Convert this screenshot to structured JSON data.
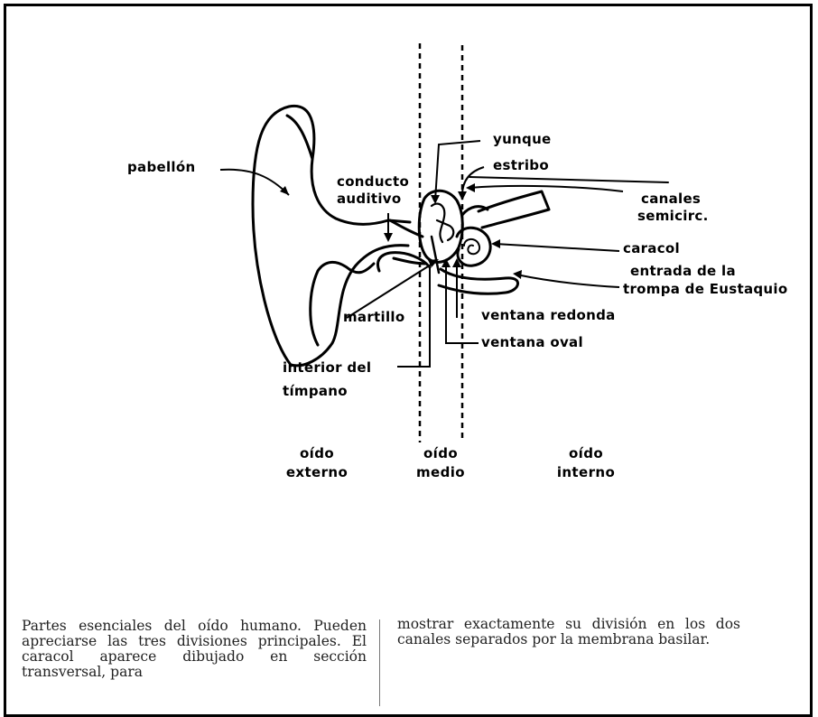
{
  "labels": {
    "pabellon": "pabellón",
    "conducto_1": "conducto",
    "conducto_2": "auditivo",
    "yunque": "yunque",
    "estribo": "estribo",
    "canales_1": "canales",
    "canales_2": "semicirc.",
    "caracol": "caracol",
    "entrada_1": "entrada de la",
    "entrada_2": "trompa de Eustaquio",
    "martillo": "martillo",
    "ventana_redonda": "ventana redonda",
    "ventana_oval": "ventana oval",
    "timpano_1": "interior del",
    "timpano_2": "tímpano"
  },
  "zones": {
    "externo_1": "oído",
    "externo_2": "externo",
    "medio_1": "oído",
    "medio_2": "medio",
    "interno_1": "oído",
    "interno_2": "interno"
  },
  "caption": {
    "left": "Partes esenciales del oído humano. Pueden apreciarse las tres divisiones principales. El caracol aparece dibujado en sección transversal, para",
    "right": "mostrar exactamente su división en los dos canales separados por la membrana basilar."
  }
}
